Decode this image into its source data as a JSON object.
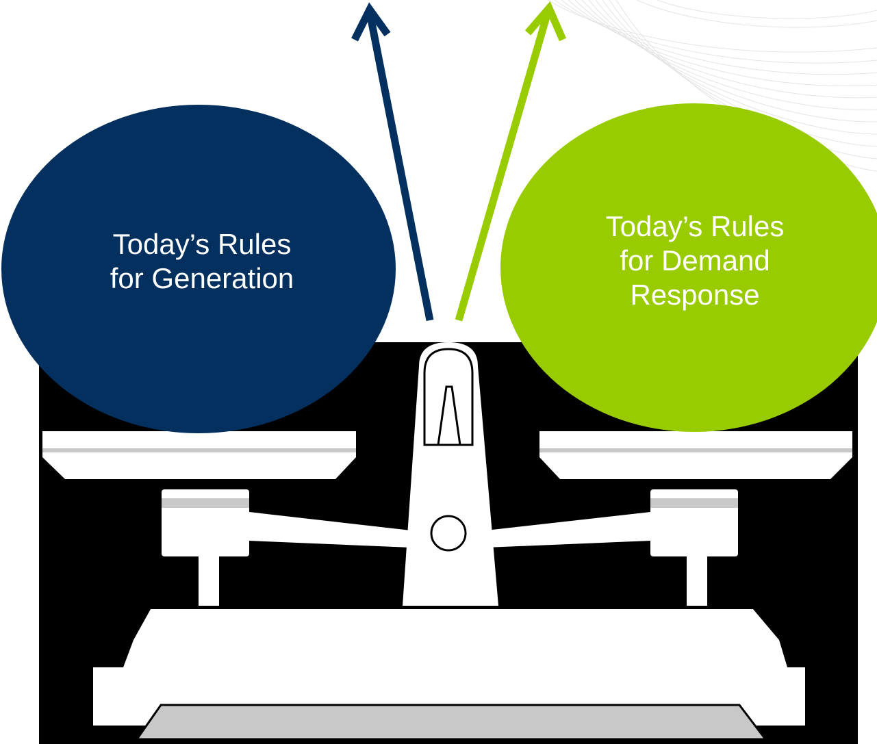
{
  "bubbles": {
    "generation": {
      "lines": [
        "Today’s Rules",
        "for Generation"
      ],
      "color": "#03305e",
      "text_color": "#ffffff"
    },
    "demand_response": {
      "lines": [
        "Today’s Rules",
        "for Demand",
        "Response"
      ],
      "color": "#99cc00",
      "text_color": "#ffffff"
    }
  },
  "arrows": {
    "generation_arrow_color": "#03305e",
    "demand_arrow_color": "#99cc00"
  },
  "scale": {
    "background_color": "#000000",
    "body_color": "#ffffff",
    "shade_color": "#c8c8c8"
  },
  "icons": [
    "balance-scale-icon",
    "arrow-up-icon"
  ]
}
